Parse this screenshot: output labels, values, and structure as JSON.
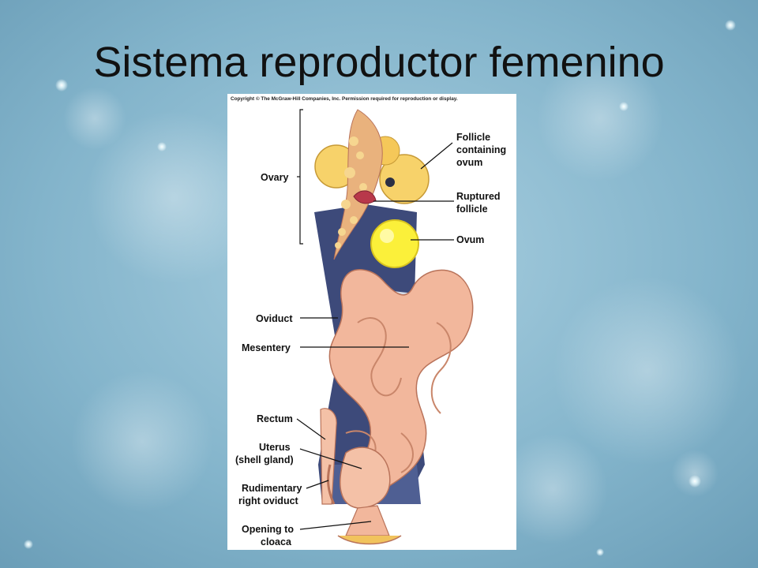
{
  "slide": {
    "title": "Sistema reproductor femenino"
  },
  "figure": {
    "copyright": "Copyright © The McGraw-Hill Companies, Inc. Permission required for reproduction or display.",
    "labels": {
      "ovary": "Ovary",
      "follicle": [
        "Follicle",
        "containing",
        "ovum"
      ],
      "ruptured": [
        "Ruptured",
        "follicle"
      ],
      "ovum": "Ovum",
      "oviduct": "Oviduct",
      "mesentery": "Mesentery",
      "rectum": "Rectum",
      "uterus": [
        "Uterus",
        "(shell gland)"
      ],
      "rudimentary": [
        "Rudimentary",
        "right oviduct"
      ],
      "opening": [
        "Opening to",
        "cloaca"
      ]
    }
  },
  "colors": {
    "background": "#7fb0c8",
    "tissue": "#f2b79c",
    "follicle": "#f7d26a",
    "ovum": "#fbf03a",
    "shadow": "#3d4a7a"
  }
}
